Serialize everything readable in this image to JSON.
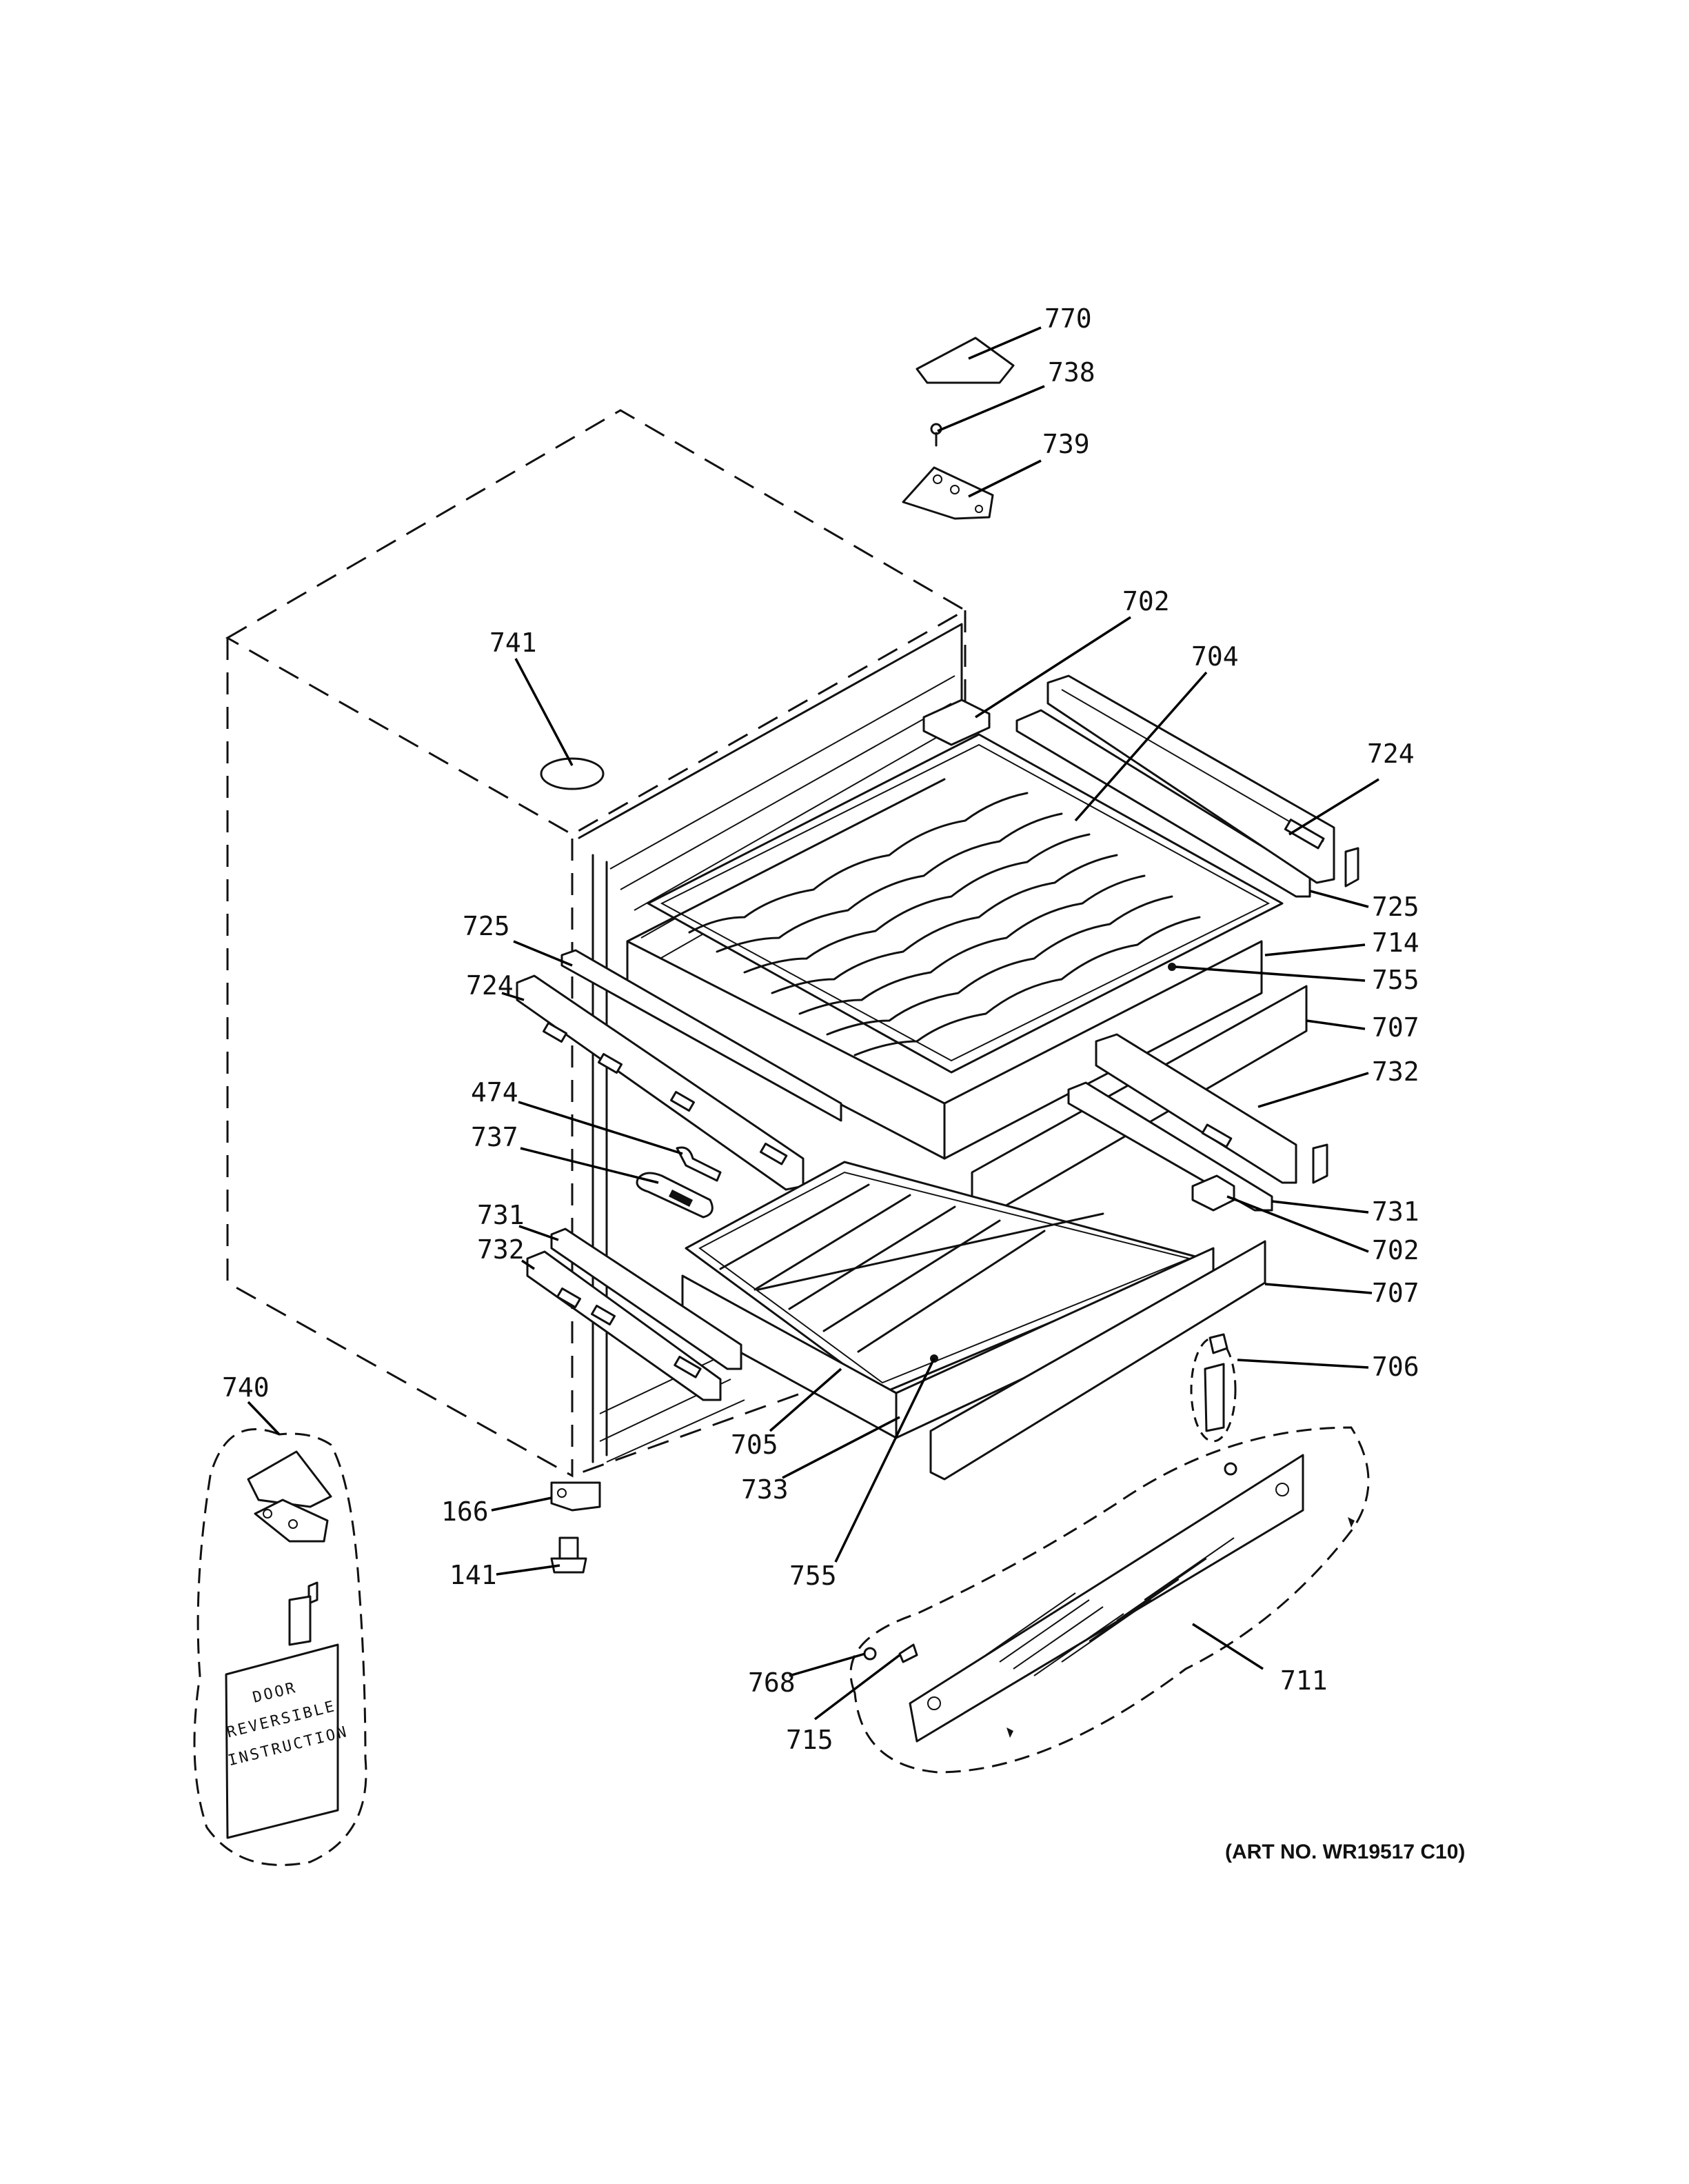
{
  "callouts": [
    {
      "id": "770",
      "text": "770"
    },
    {
      "id": "738",
      "text": "738"
    },
    {
      "id": "739",
      "text": "739"
    },
    {
      "id": "702a",
      "text": "702"
    },
    {
      "id": "704",
      "text": "704"
    },
    {
      "id": "741",
      "text": "741"
    },
    {
      "id": "724a",
      "text": "724"
    },
    {
      "id": "725a",
      "text": "725"
    },
    {
      "id": "725b",
      "text": "725"
    },
    {
      "id": "714",
      "text": "714"
    },
    {
      "id": "724b",
      "text": "724"
    },
    {
      "id": "755a",
      "text": "755"
    },
    {
      "id": "707a",
      "text": "707"
    },
    {
      "id": "474",
      "text": "474"
    },
    {
      "id": "732a",
      "text": "732"
    },
    {
      "id": "737",
      "text": "737"
    },
    {
      "id": "731a",
      "text": "731"
    },
    {
      "id": "731b",
      "text": "731"
    },
    {
      "id": "702b",
      "text": "702"
    },
    {
      "id": "732b",
      "text": "732"
    },
    {
      "id": "707b",
      "text": "707"
    },
    {
      "id": "706",
      "text": "706"
    },
    {
      "id": "740",
      "text": "740"
    },
    {
      "id": "705",
      "text": "705"
    },
    {
      "id": "733",
      "text": "733"
    },
    {
      "id": "166",
      "text": "166"
    },
    {
      "id": "141",
      "text": "141"
    },
    {
      "id": "755b",
      "text": "755"
    },
    {
      "id": "711",
      "text": "711"
    },
    {
      "id": "768",
      "text": "768"
    },
    {
      "id": "715",
      "text": "715"
    }
  ],
  "door_note": [
    "DOOR",
    "REVERSIBLE",
    "INSTRUCTION"
  ],
  "art_number": "(ART NO. WR19517 C10)"
}
